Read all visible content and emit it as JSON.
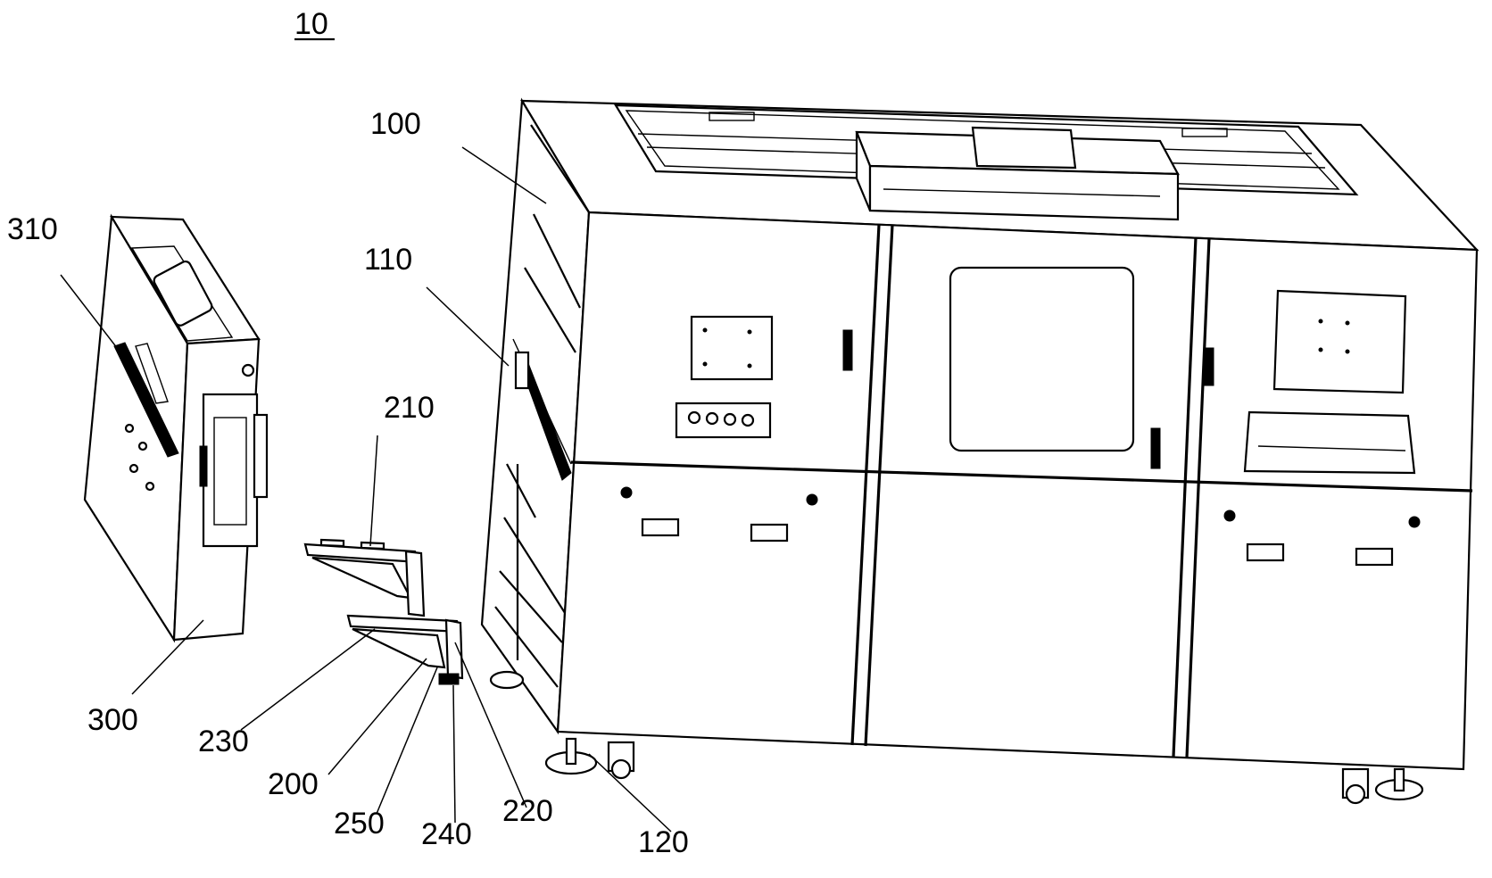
{
  "figure": {
    "title_label": "10",
    "labels": {
      "l100": "100",
      "l110": "110",
      "l120": "120",
      "l200": "200",
      "l210": "210",
      "l220": "220",
      "l230": "230",
      "l240": "240",
      "l250": "250",
      "l300": "300",
      "l310": "310"
    }
  }
}
